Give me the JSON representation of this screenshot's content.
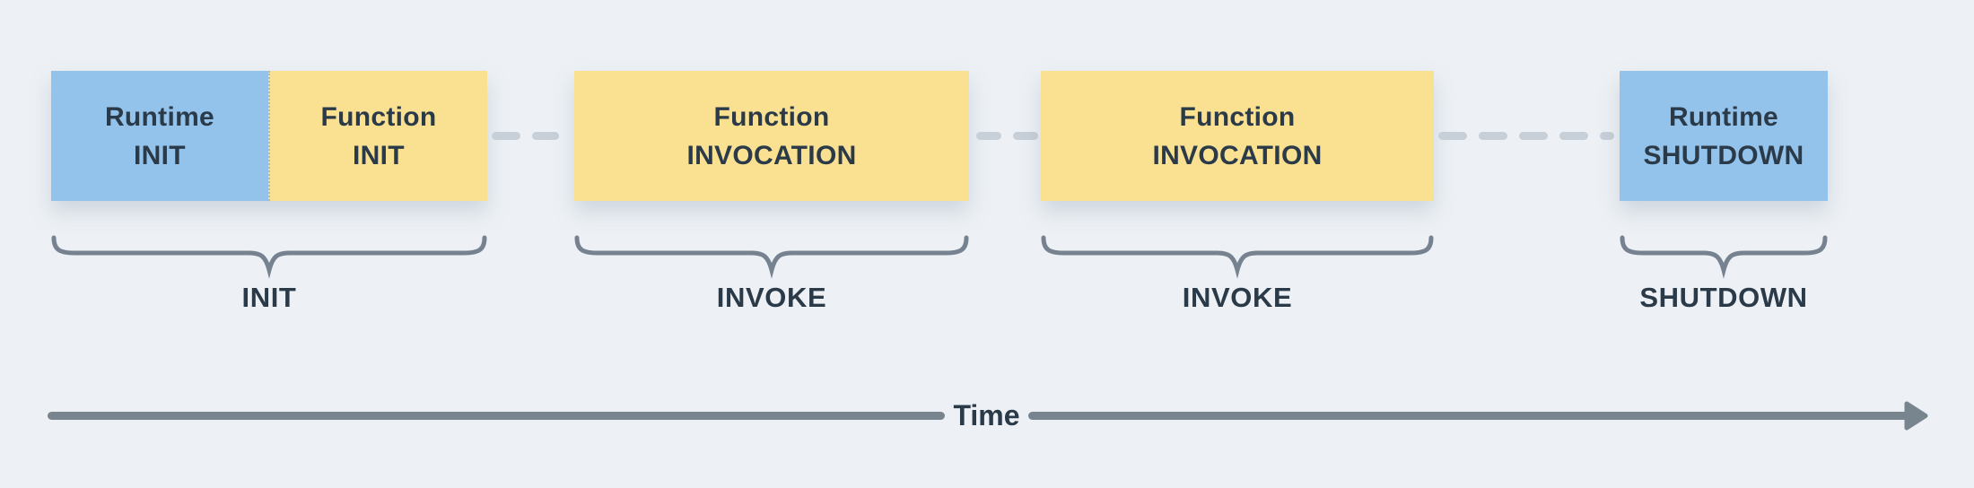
{
  "colors": {
    "bg": "#EDF1F5",
    "blue": "#93C2EA",
    "yellow": "#FAE091",
    "text": "#2B3A48",
    "brace": "#76828F",
    "dash": "#C7CFD8",
    "arrow": "#78858F"
  },
  "phases": [
    {
      "id": "init",
      "label": "INIT",
      "blocks": [
        {
          "text": "Runtime\nINIT",
          "fill": "blue"
        },
        {
          "text": "Function\nINIT",
          "fill": "yellow"
        }
      ]
    },
    {
      "id": "invoke-1",
      "label": "INVOKE",
      "blocks": [
        {
          "text": "Function\nINVOCATION",
          "fill": "yellow"
        }
      ]
    },
    {
      "id": "invoke-2",
      "label": "INVOKE",
      "blocks": [
        {
          "text": "Function\nINVOCATION",
          "fill": "yellow"
        }
      ]
    },
    {
      "id": "shutdown",
      "label": "SHUTDOWN",
      "blocks": [
        {
          "text": "Runtime\nSHUTDOWN",
          "fill": "blue"
        }
      ]
    }
  ],
  "connectors": [
    {
      "dash_widths": [
        32,
        30
      ]
    },
    {
      "dash_widths": [
        28,
        28
      ]
    },
    {
      "dash_widths": [
        32,
        32,
        32,
        32,
        16
      ]
    }
  ],
  "timeline": {
    "label": "Time"
  }
}
